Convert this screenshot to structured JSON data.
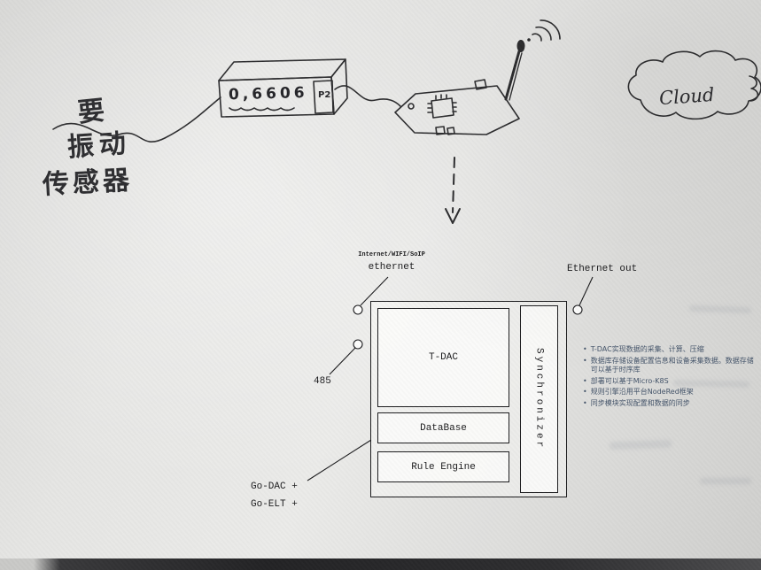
{
  "sketch": {
    "cloud_label": "Cloud",
    "device": {
      "display": "0,6606",
      "port": "P2"
    },
    "handwriting": {
      "line1": "要",
      "line2": "振动",
      "line3": "传感器"
    }
  },
  "diagram": {
    "ethernet_in": {
      "caption": "Internet/WIFI/SoIP",
      "label": "ethernet"
    },
    "ethernet_out_label": "Ethernet out",
    "bus_label": "485",
    "modules": {
      "tdac": "T-DAC",
      "database": "DataBase",
      "rule_engine": "Rule Engine",
      "synchronizer": "Synchronizer"
    },
    "bottom_labels": {
      "line1": "Go-DAC +",
      "line2": "Go-ELT +"
    },
    "notes": [
      "T-DAC实现数据的采集、计算、压缩",
      "数据库存储设备配置信息和设备采集数据。数据存储可以基于时序库",
      "部署可以基于Micro-K8S",
      "规则引擎沿用平台NodeRed框架",
      "同步模块实现配置和数据的同步"
    ],
    "bullet": "•"
  },
  "colors": {
    "paper": "#e2e2e0",
    "ink": "#2d2d2f",
    "diagram_line": "#1c1c1e",
    "note_text": "#44546a"
  }
}
